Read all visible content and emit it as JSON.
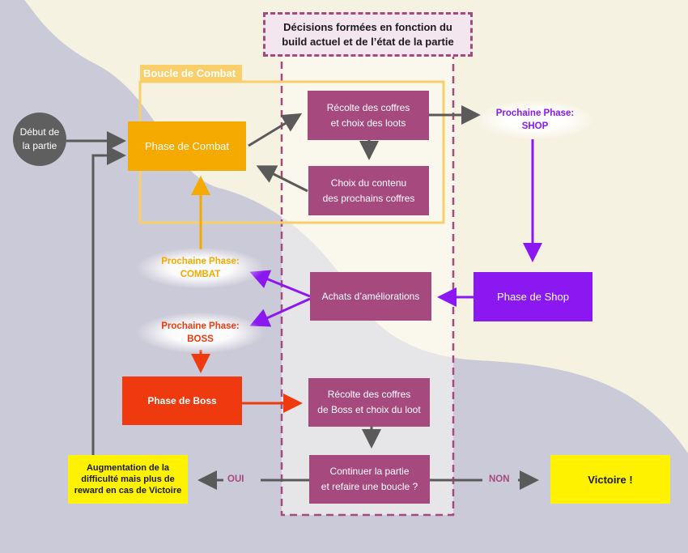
{
  "decisions_banner": {
    "line1": "Décisions formées en fonction du",
    "line2": "build actuel et de l’état de la partie"
  },
  "combat_loop": {
    "title": "Boucle de Combat"
  },
  "start": {
    "line1": "Début de",
    "line2": "la partie"
  },
  "combat_phase": {
    "label": "Phase de Combat"
  },
  "loot_collect": {
    "line1": "Récolte des coffres",
    "line2": "et choix des loots"
  },
  "next_chests": {
    "line1": "Choix du contenu",
    "line2": "des prochains coffres"
  },
  "next_shop": {
    "line1": "Prochaine Phase:",
    "line2": "SHOP"
  },
  "shop_phase": {
    "label": "Phase de Shop"
  },
  "upgrades": {
    "label": "Achats d’améliorations"
  },
  "next_combat": {
    "line1": "Prochaine Phase:",
    "line2": "COMBAT"
  },
  "next_boss": {
    "line1": "Prochaine Phase:",
    "line2": "BOSS"
  },
  "boss_phase": {
    "label": "Phase de Boss"
  },
  "boss_loot": {
    "line1": "Récolte des coffres",
    "line2": "de Boss et choix du loot"
  },
  "continue_q": {
    "line1": "Continuer la partie",
    "line2": "et refaire une boucle ?"
  },
  "yes_label": "OUI",
  "no_label": "NON",
  "difficulty": {
    "line1": "Augmentation de la",
    "line2": "difficulté mais plus de",
    "line3": "reward en cas de Victoire"
  },
  "victory": {
    "label": "Victoire !"
  },
  "colors": {
    "combat_orange": "#f4aa00",
    "boss_red": "#ee3a0e",
    "shop_violet": "#8b18f0",
    "node_purple": "#a5497f",
    "victory_yellow": "#fff200",
    "arrow_gray": "#5a5a5a"
  }
}
